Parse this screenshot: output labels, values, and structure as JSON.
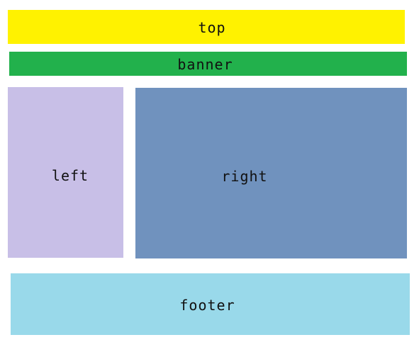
{
  "layout_blocks": {
    "top": {
      "label": "top",
      "color": "#fff200"
    },
    "banner": {
      "label": "banner",
      "color": "#22b14c"
    },
    "left": {
      "label": "left",
      "color": "#c8bfe7"
    },
    "right": {
      "label": "right",
      "color": "#7092be"
    },
    "footer": {
      "label": "footer",
      "color": "#99d9ea"
    }
  }
}
